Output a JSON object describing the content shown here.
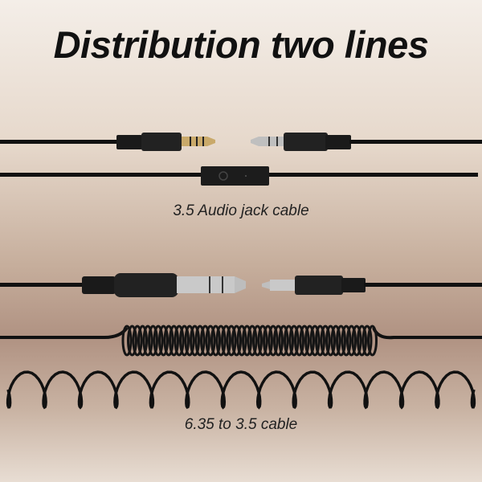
{
  "title": "Distribution two lines",
  "sections": [
    {
      "caption": "3.5 Audio jack cable"
    },
    {
      "caption": "6.35 to 3.5 cable"
    }
  ],
  "colors": {
    "cable": "#111111",
    "gold": "#c9a96a",
    "silver": "#bfbfbf"
  }
}
